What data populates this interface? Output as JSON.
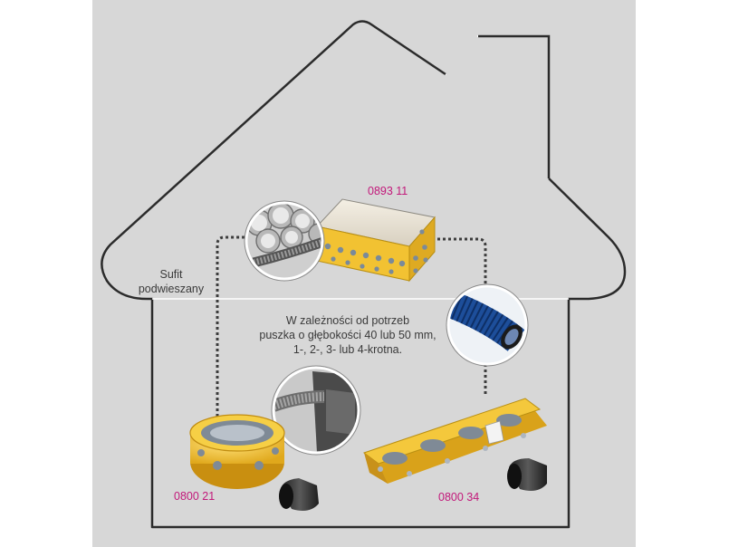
{
  "colors": {
    "panel": "#d7d7d7",
    "house_outline": "#ffffff",
    "accent_magenta": "#c2187a",
    "box_yellow": "#f2c232",
    "conduit_blue": "#1d4e9a",
    "text": "#3a3a3a"
  },
  "labels": {
    "product_junction_box": "0893 11",
    "product_single_box": "0800 21",
    "product_quad_box": "0800 34",
    "ceiling": [
      "Sufit",
      "podwieszany"
    ],
    "description": [
      "W zależności od potrzeb",
      "puszka o głębokości 40 lub 50 mm,",
      "1-, 2-, 3- lub 4-krotna."
    ]
  },
  "icons": {
    "junction_box": "junction-box-icon",
    "conduit_detail": "magnifier-circle-icon",
    "blue_conduit": "corrugated-conduit-icon",
    "single_box": "flush-box-single-icon",
    "quad_box": "flush-box-quad-icon",
    "plug": "cable-plug-icon"
  }
}
